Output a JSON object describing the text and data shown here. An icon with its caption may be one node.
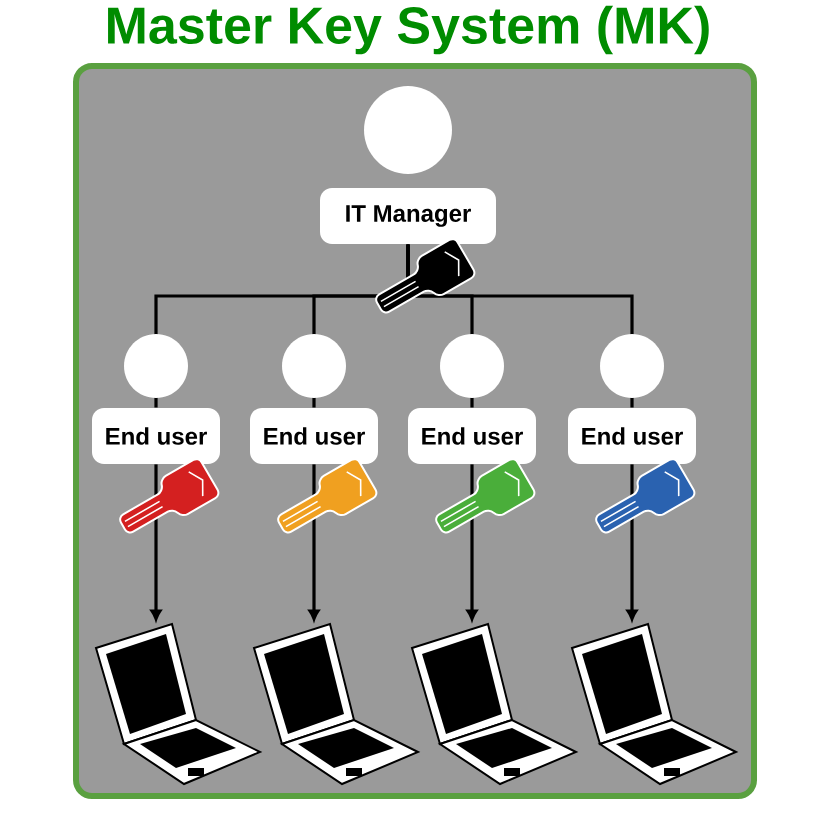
{
  "diagram": {
    "title": "Master Key System (MK)",
    "nodes": [
      {
        "text": [
          "IT Manager"
        ]
      },
      {
        "text": [
          "End user"
        ]
      },
      {
        "text": [
          "End user"
        ]
      },
      {
        "text": [
          "End user"
        ]
      },
      {
        "text": [
          "End user"
        ]
      },
      {
        "text": [],
        "shape": "picture"
      },
      {
        "text": [],
        "shape": "picture"
      },
      {
        "text": [],
        "shape": "picture"
      },
      {
        "text": [],
        "shape": "picture"
      }
    ],
    "edges": [
      {
        "from": 0,
        "to": 1,
        "arrow": "none"
      },
      {
        "from": 0,
        "to": 2,
        "arrow": "none"
      },
      {
        "from": 0,
        "to": 3,
        "arrow": "none"
      },
      {
        "from": 0,
        "to": 4,
        "arrow": "none"
      },
      {
        "from": 1,
        "to": 5,
        "arrow": "to"
      },
      {
        "from": 2,
        "to": 6,
        "arrow": "to"
      },
      {
        "from": 3,
        "to": 7,
        "arrow": "to"
      },
      {
        "from": 4,
        "to": 8,
        "arrow": "to"
      }
    ]
  }
}
